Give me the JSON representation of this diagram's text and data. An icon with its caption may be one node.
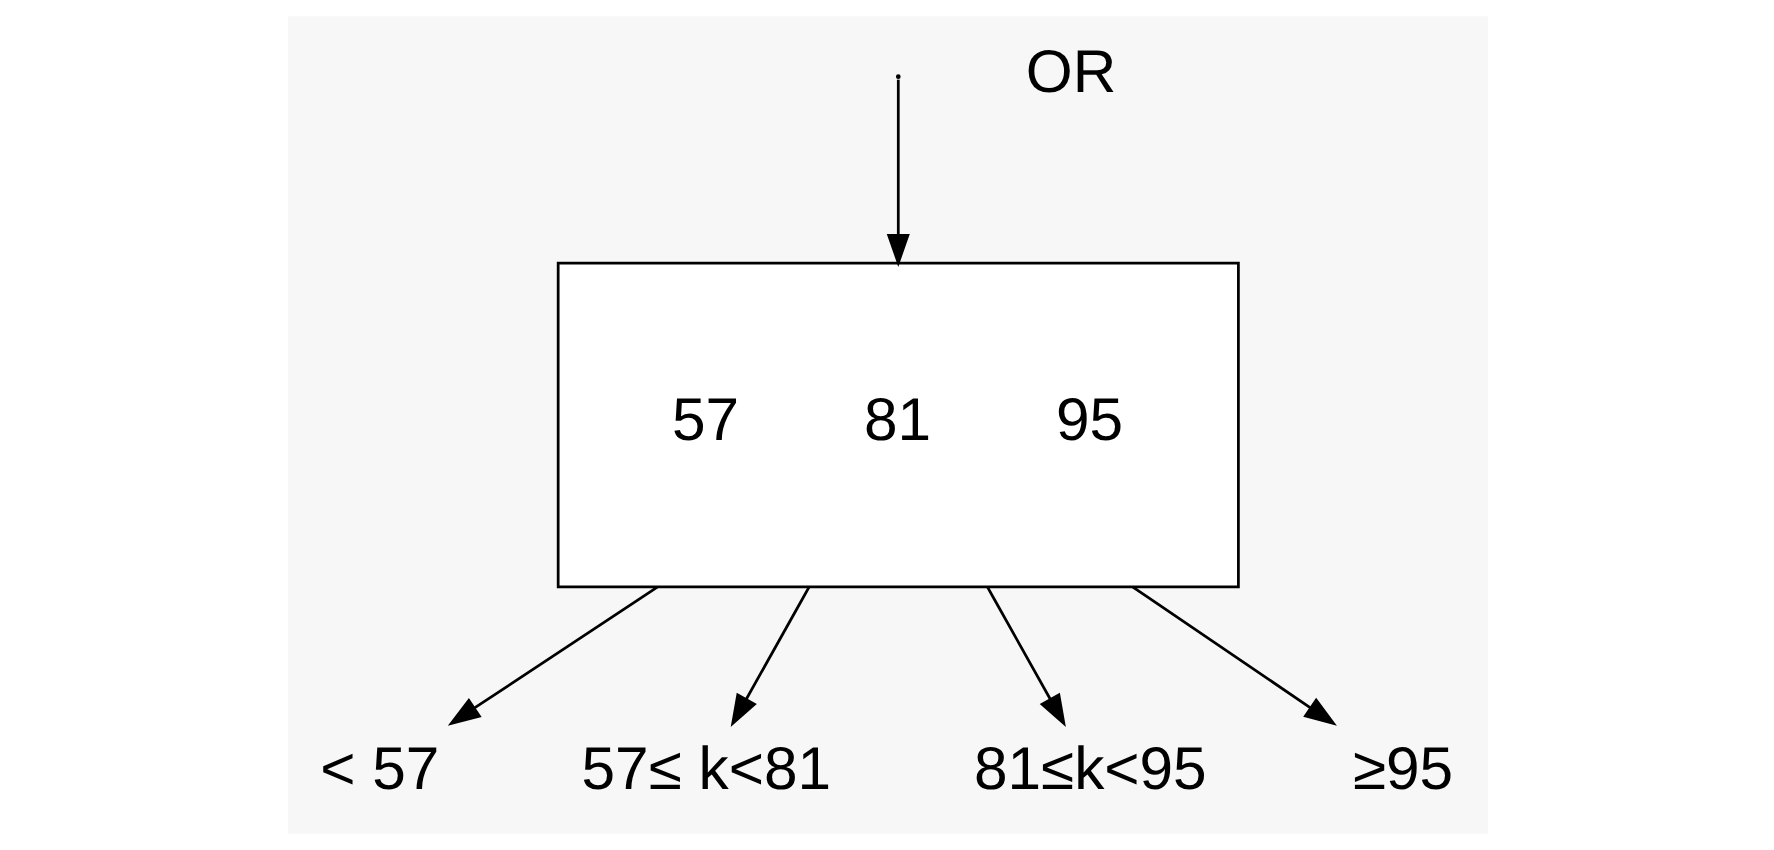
{
  "diagram": {
    "nodes": [
      {
        "text": [
          "57",
          "81",
          "95"
        ]
      },
      {
        "text": [
          "< 57"
        ]
      },
      {
        "text": [
          "57≤ k<81"
        ]
      },
      {
        "text": [
          "81≤k<95"
        ]
      },
      {
        "text": [
          "≥95"
        ]
      }
    ],
    "edges": [
      {
        "from": null,
        "to": 0,
        "arrow": "to"
      },
      {
        "from": 0,
        "to": 1,
        "arrow": "to"
      },
      {
        "from": 0,
        "to": 2,
        "arrow": "to"
      },
      {
        "from": 0,
        "to": 3,
        "arrow": "to"
      },
      {
        "from": 0,
        "to": 4,
        "arrow": "to"
      }
    ],
    "labels": [
      "OR"
    ]
  }
}
